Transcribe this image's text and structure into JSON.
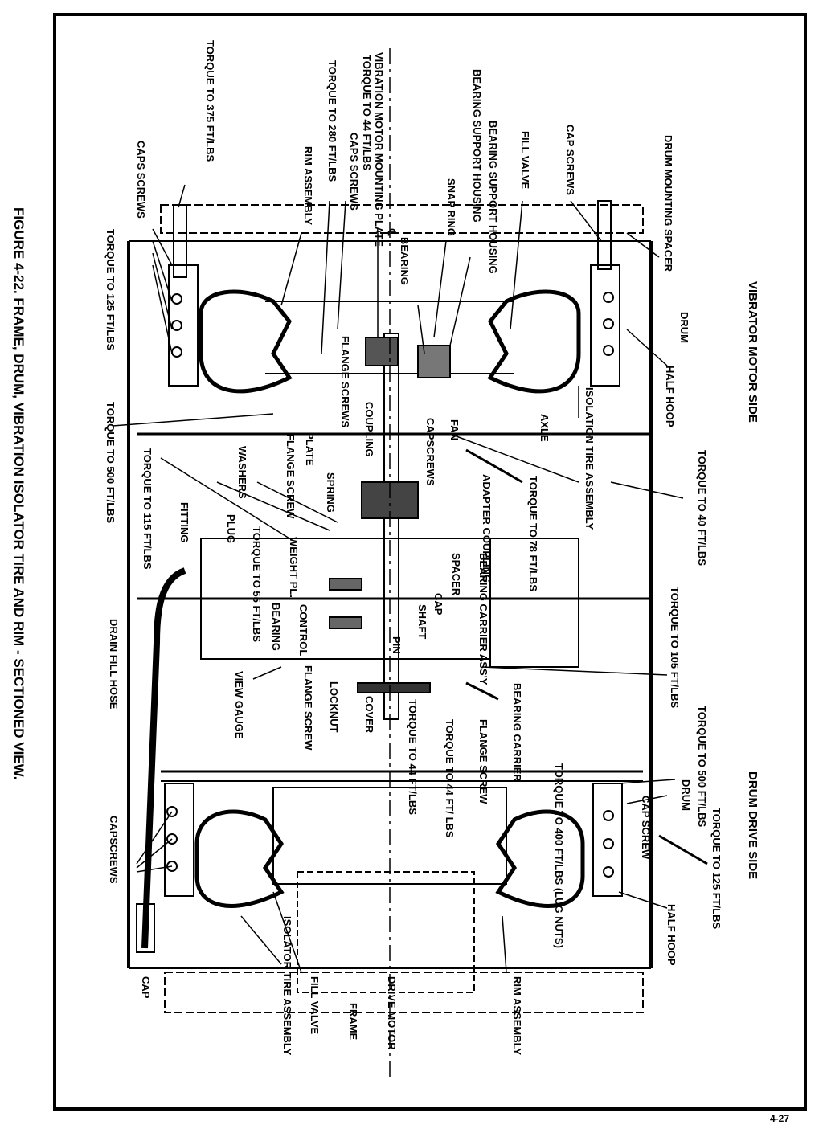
{
  "caption": "FIGURE 4-22. FRAME, DRUM, VIBRATION ISOLATOR TIRE AND RIM - SECTIONED VIEW.",
  "page_number": "4-27",
  "sides": {
    "vibrator_motor": "VIBRATOR MOTOR SIDE",
    "drum_drive": "DRUM DRIVE SIDE"
  },
  "labels": {
    "torque_375": "TORQUE TO 375 FT/LBS",
    "caps_screws_left": "CAPS SCREWS",
    "torque_125_left": "TORQUE TO 125 FT/LBS",
    "torque_280": "TORQUE TO 280 FT/LBS",
    "rim_assembly_top": "RIM ASSEMBLY",
    "caps_screws_center": "CAPS SCREWS",
    "torque_44_top": "TORQUE TO 44 FT/LBS",
    "vib_motor_plate": "VIBRATION MOTOR MOUNTING PLATE",
    "cl_mark": "℄",
    "bearing_left": "BEARING",
    "bearing_support_1": "BEARING SUPPORT HOUSING",
    "snap_ring": "SNAP RING",
    "bearing_support_2": "BEARING SUPPORT HOUSING",
    "fill_valve_top": "FILL VALVE",
    "cap_screws_top": "CAP SCREWS",
    "drum_mounting_spacer": "DRUM MOUNTING SPACER",
    "drum_top": "DRUM",
    "half_hoop_top": "HALF HOOP",
    "torque_500_left": "TORQUE TO 500 FT/LBS",
    "flange_screws_1": "FLANGE SCREWS",
    "coupling": "COUPLING",
    "capscrews_mid": "CAPSCREWS",
    "fan": "FAN",
    "axle": "AXLE",
    "isolation_tire_assembly_top": "ISOLATION TIRE ASSEMBLY",
    "torque_40": "TORQUE TO 40 FT/LBS",
    "torque_115": "TORQUE TO 115 FT/LBS",
    "washers": "WASHERS",
    "flange_screw_1": "FLANGE SCREW",
    "plate": "PLATE",
    "spring": "SPRING",
    "adapter_coupling": "ADAPTER COUPLING",
    "torque_78": "TORQUE TO 78 FT/LBS",
    "fitting": "FITTING",
    "plug": "PLUG",
    "torque_55": "TORQUE TO 55 FT/LBS",
    "weight_pl": "WEIGHT PL.",
    "bearing_mid": "BEARING",
    "control": "CONTROL",
    "spacer": "SPACER",
    "bearing_carrier_assy": "BEARING CARRIER ASS'Y",
    "cap_mid": "CAP",
    "shaft": "SHAFT",
    "pin": "PIN",
    "torque_105": "TORQUE TO 105 FT/LBS",
    "drain_fill_hose": "DRAIN FILL HOSE",
    "view_gauge": "VIEW GAUGE",
    "flange_screw_2": "FLANGE SCREW",
    "locknut": "LOCKNUT",
    "cover": "COVER",
    "torque_44_lower": "TORQUE TO 44 FT/LBS",
    "torque_44_ft": "TORQUE TO 44 FT/ LBS",
    "flange_screw_3": "FLANGE SCREW",
    "bearing_carrier": "BEARING CARRIER",
    "torque_400": "TORQUE TO 400 FT/LBS (LUG NUTS)",
    "torque_500_right": "TORQUE TO 500 FT/LBS",
    "drum_bottom": "DRUM",
    "cap_screw_bottom": "CAP SCREW",
    "torque_125_right": "TORQUE TO 125 FT/LBS",
    "half_hoop_bottom": "HALF HOOP",
    "capscrews_bottom": "CAPSCREWS",
    "cap_bottom": "CAP",
    "isolator_tire_assembly": "ISOLATOR TIRE ASSEMBLY",
    "fill_valve_bottom": "FILL VALVE",
    "frame": "FRAME",
    "drive_motor": "DRIVE MOTOR",
    "rim_assembly_bottom": "RIM ASSEMBLY"
  }
}
